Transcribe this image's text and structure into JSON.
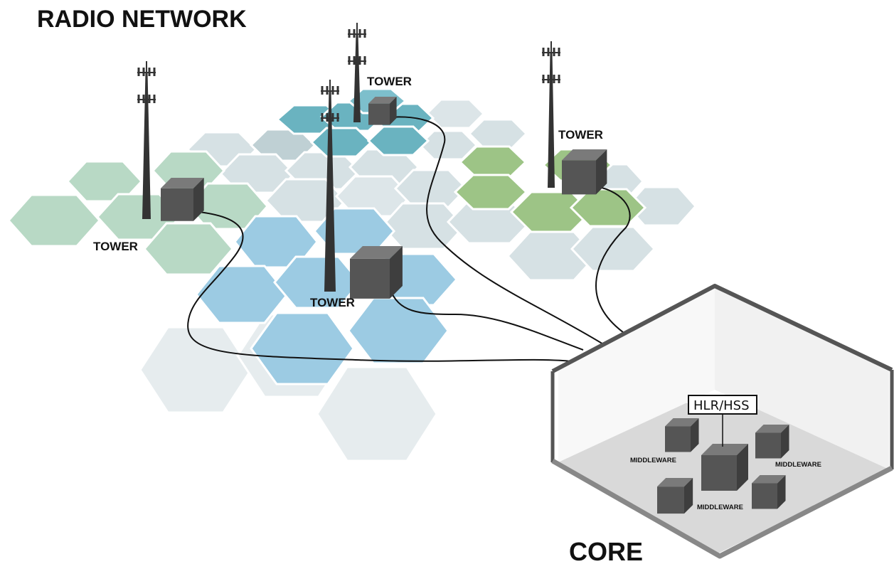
{
  "title": "RADIO NETWORK",
  "towers": [
    {
      "id": "left",
      "label": "TOWER",
      "color": "#b8d9c5"
    },
    {
      "id": "top-middle",
      "label": "TOWER",
      "color": "#6ab3c0"
    },
    {
      "id": "right",
      "label": "TOWER",
      "color": "#9dc486"
    },
    {
      "id": "center",
      "label": "TOWER",
      "color": "#9ccbe3"
    }
  ],
  "core": {
    "label": "CORE",
    "hlr_label": "HLR/HSS",
    "middleware_labels": [
      "MIDDLEWARE",
      "MIDDLEWARE",
      "MIDDLEWARE"
    ]
  },
  "colors": {
    "cell_neutral": "#d6e1e4",
    "cell_faint": "#e6ecee",
    "box": "#5a5a5a",
    "tower_mast": "#333333",
    "core_wall": "#555555",
    "core_floor": "#d9d9d9"
  }
}
